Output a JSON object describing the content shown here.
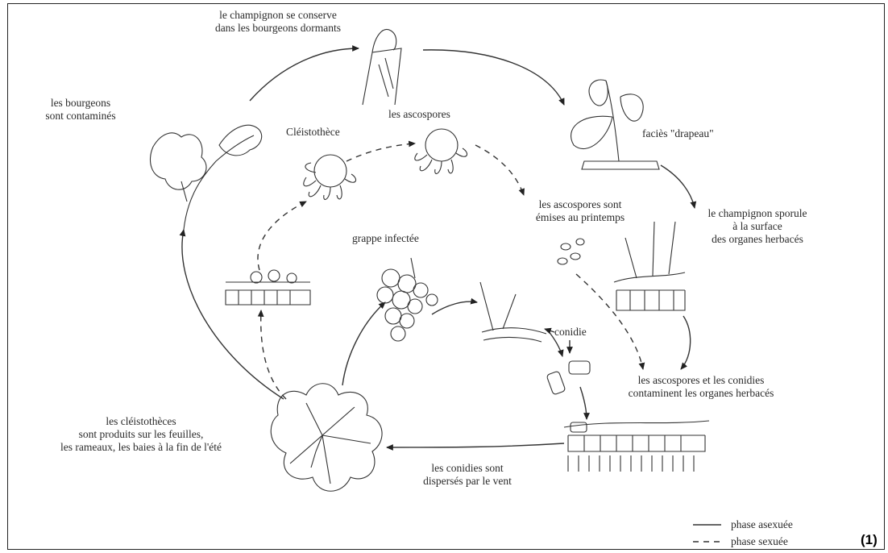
{
  "figure_number": "(1)",
  "labels": {
    "dormant_buds": [
      "le champignon se conserve",
      "dans les bourgeons dormants"
    ],
    "buds_contaminated": [
      "les bourgeons",
      "sont contaminés"
    ],
    "cleistothecium": "Cléistothèce",
    "ascospores": "les ascospores",
    "flag_shoot": "faciès \"drapeau\"",
    "sporulation": [
      "le champignon sporule",
      "à la surface",
      "des organes herbacés"
    ],
    "ascospores_emitted": [
      "les ascospores sont",
      "émises au printemps"
    ],
    "infected_bunch": "grappe infectée",
    "conidium": "conidie",
    "contamination": [
      "les ascospores et les conidies",
      "contaminent les organes herbacés"
    ],
    "cleistothecia_produced": [
      "les cléistothèces",
      "sont produits sur les feuilles,",
      "les rameaux, les baies à la fin de l'été"
    ],
    "wind_dispersal": [
      "les conidies sont",
      "dispersés par le vent"
    ]
  },
  "legend": {
    "asexual": "phase asexuée",
    "sexual": "phase sexuée"
  }
}
